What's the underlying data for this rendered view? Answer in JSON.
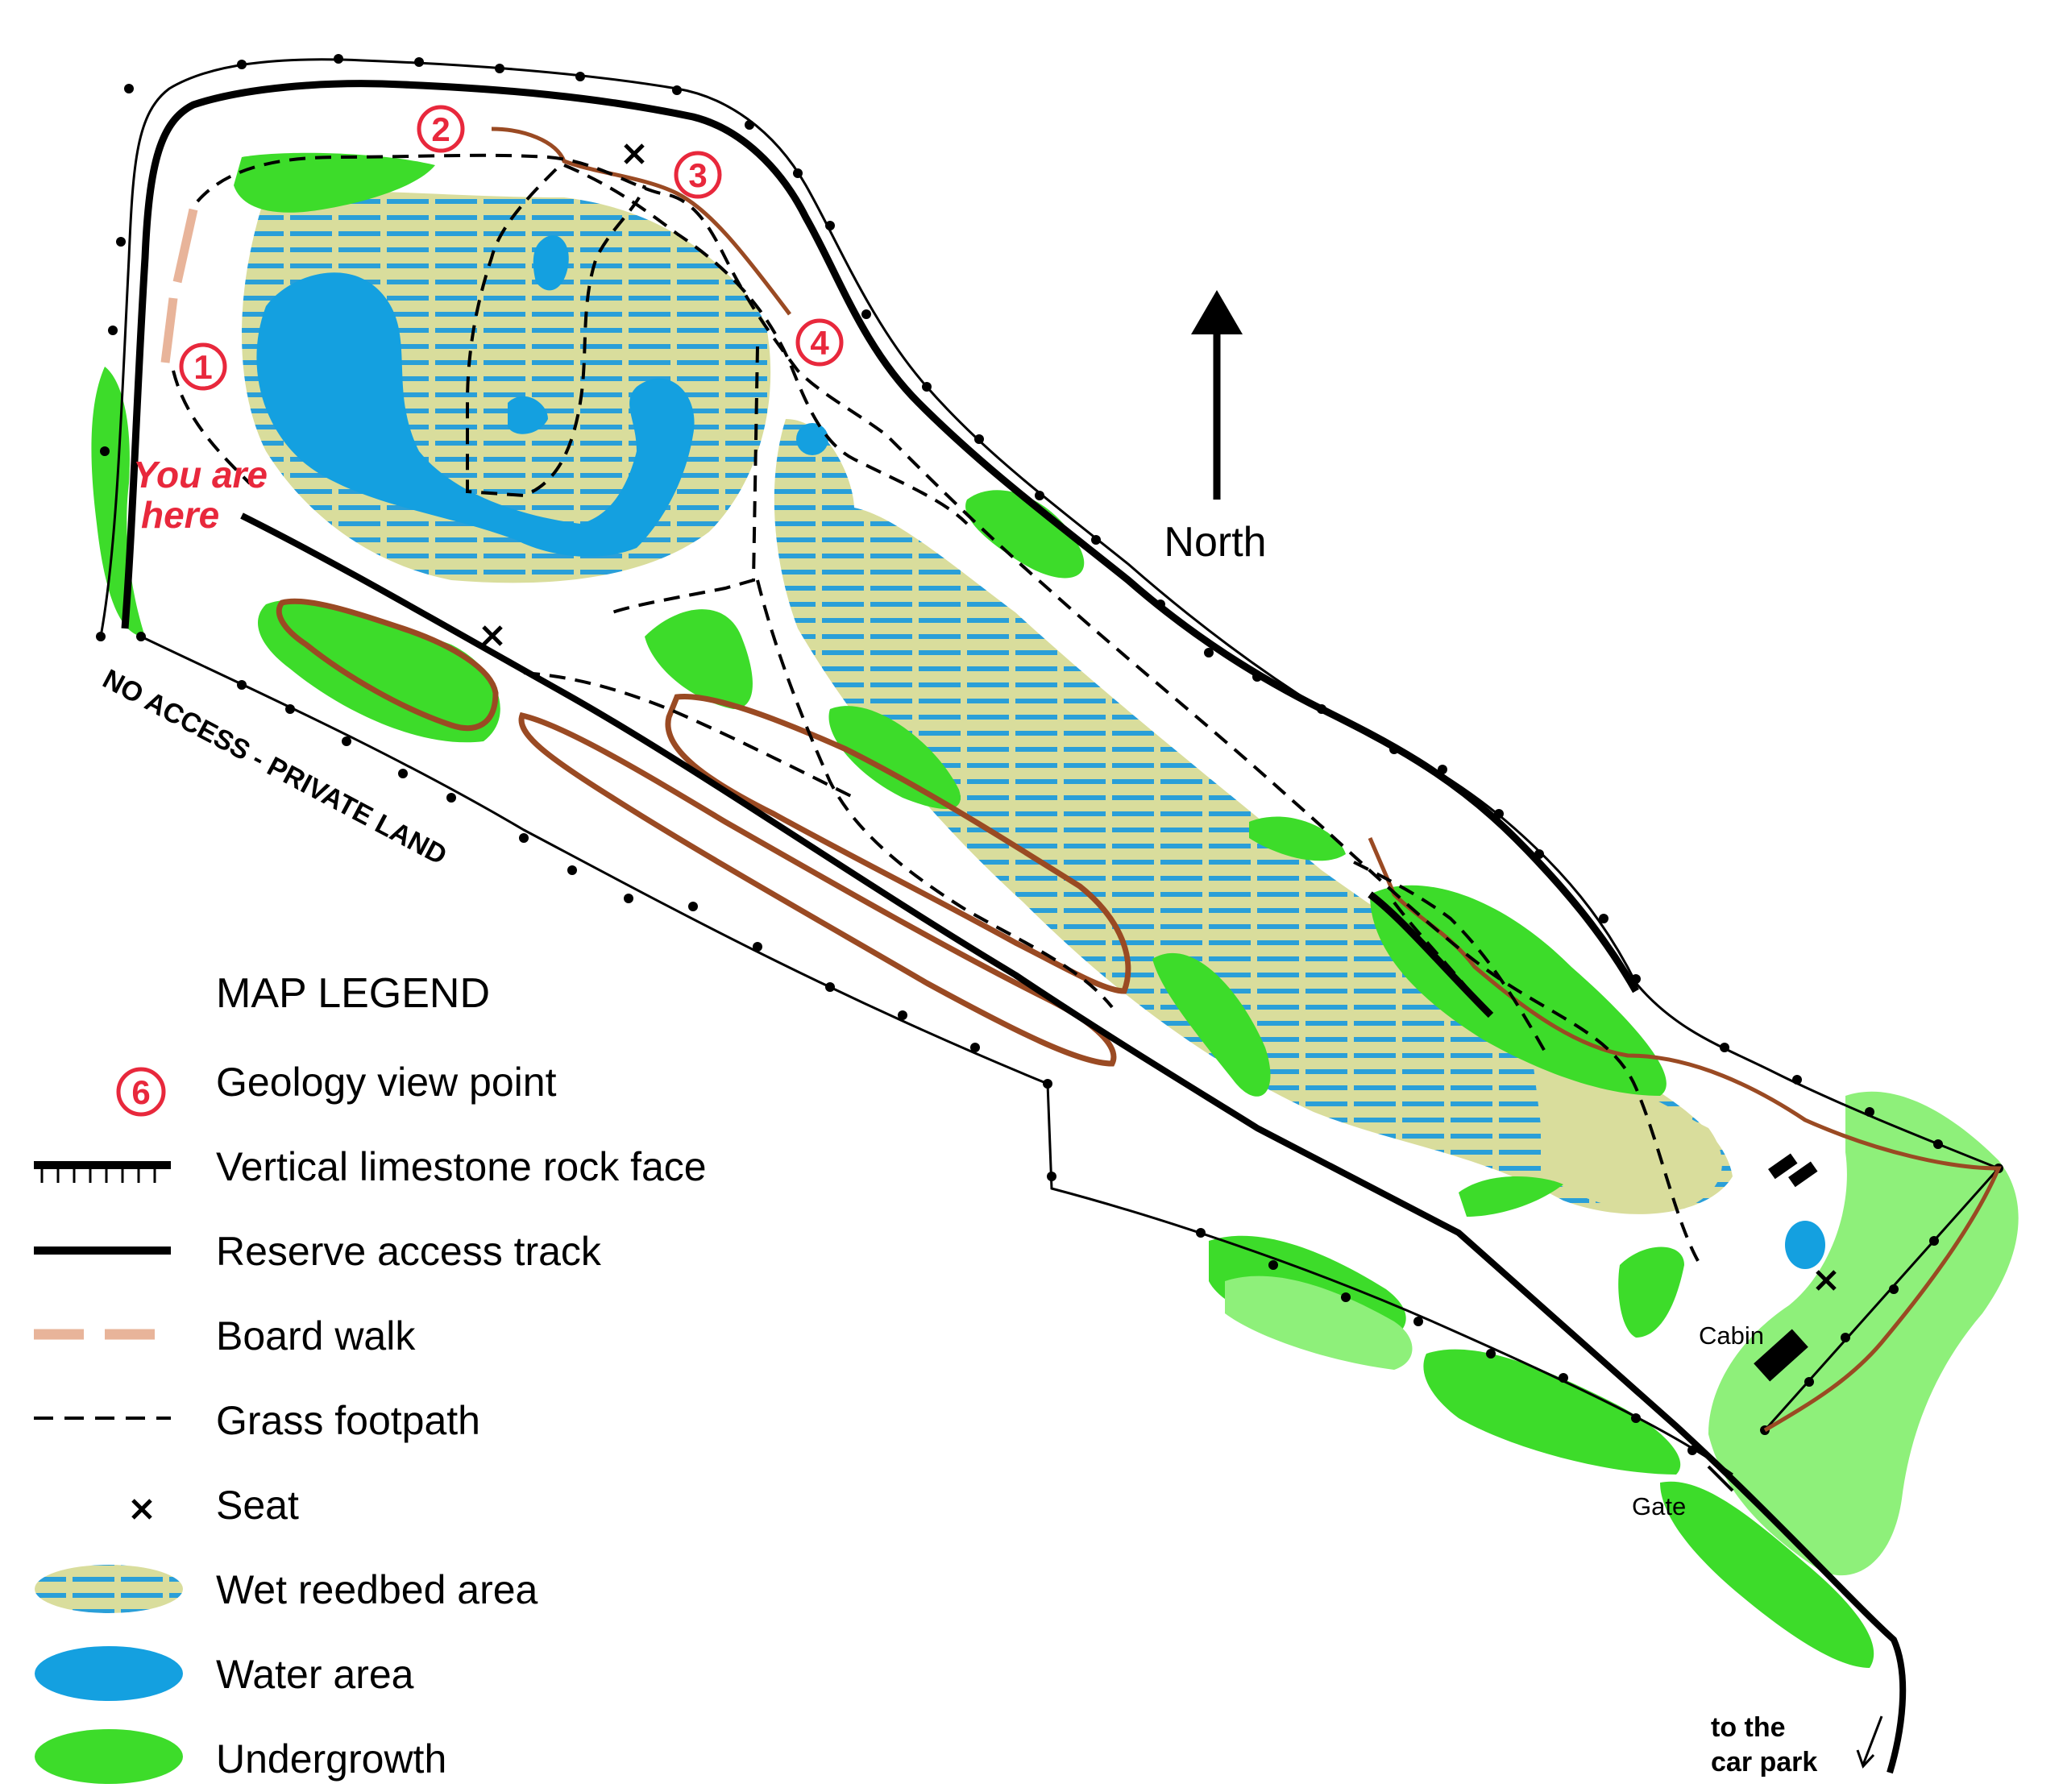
{
  "map": {
    "north_label": "North",
    "you_are_here": [
      "You are",
      "here"
    ],
    "no_access_label": "NO ACCESS - PRIVATE LAND",
    "cabin_label": "Cabin",
    "gate_label": "Gate",
    "car_park_label": [
      "to the",
      "car park"
    ],
    "viewpoints": [
      "1",
      "2",
      "3",
      "4"
    ],
    "colors": {
      "reedbed": "#d9dd9c",
      "reed_stripe": "#2a9fd8",
      "water": "#14a0e0",
      "undergrowth": "#3ddc2a",
      "light_undergrowth": "#8ef07a",
      "brown_bank": "#9a4a23",
      "viewpoint": "#e8283c",
      "boardwalk": "#e8b49a"
    }
  },
  "legend": {
    "title": "MAP LEGEND",
    "items": [
      {
        "symbol": "viewpoint-6",
        "number": "6",
        "label": "Geology view point"
      },
      {
        "symbol": "rock-face",
        "label": "Vertical limestone rock face"
      },
      {
        "symbol": "access-track",
        "label": "Reserve access track"
      },
      {
        "symbol": "board-walk",
        "label": "Board walk"
      },
      {
        "symbol": "grass-footpath",
        "label": "Grass footpath"
      },
      {
        "symbol": "seat",
        "label": "Seat"
      },
      {
        "symbol": "wet-reedbed",
        "label": "Wet reedbed area"
      },
      {
        "symbol": "water-area",
        "label": "Water area"
      },
      {
        "symbol": "undergrowth",
        "label": "Undergrowth"
      }
    ]
  }
}
